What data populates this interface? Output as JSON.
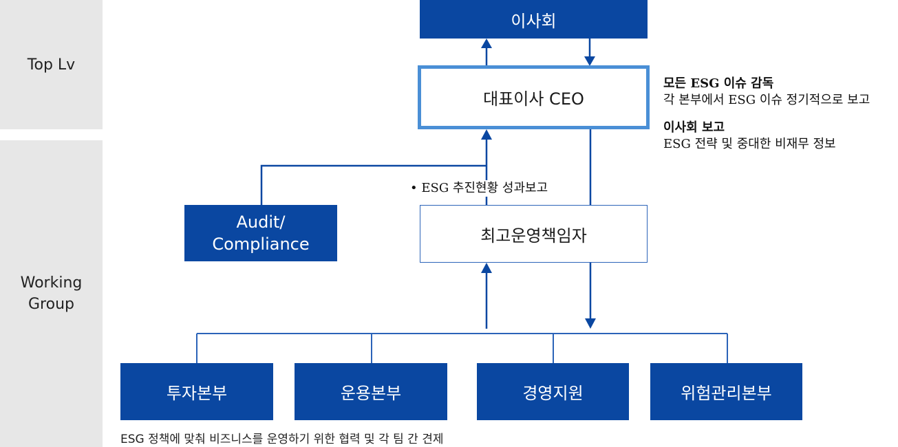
{
  "levels": {
    "top": "Top Lv",
    "working": [
      "Working",
      "Group"
    ]
  },
  "boxes": {
    "board": "이사회",
    "ceo": "대표이사 CEO",
    "audit": [
      "Audit/",
      "Compliance"
    ],
    "coo": "최고운영책임자",
    "divisions": [
      "투자본부",
      "운용본부",
      "경영지원",
      "위험관리본부"
    ]
  },
  "labels": {
    "report_bullet": "•",
    "report": "ESG 추진현황 성과보고",
    "bottom_caption": "ESG 정책에 맞춰 비즈니스를 운영하기 위한 협력 및 각 팀 간 견제"
  },
  "notes": [
    {
      "title": "모든 ESG 이슈 감독",
      "body": "각 본부에서 ESG 이슈 정기적으로 보고"
    },
    {
      "title": "이사회 보고",
      "body": "ESG 전략 및 중대한 비재무 정보"
    }
  ],
  "colors": {
    "primary": "#0a47a1",
    "ceo_border": "#4a8fd6",
    "band": "#e7e7e7"
  }
}
